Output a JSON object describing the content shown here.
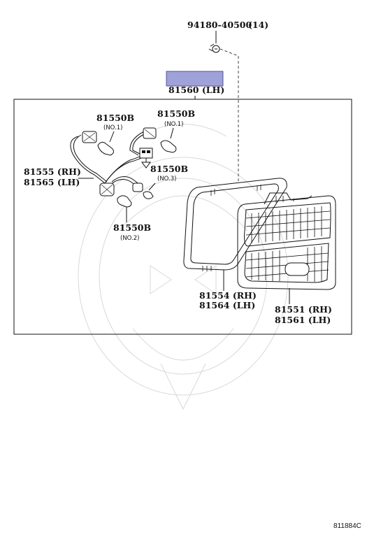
{
  "colors": {
    "highlight": "#9fa2d8",
    "highlight_border": "#3a3a8a",
    "ink": "#111111",
    "watermark": "#cfcfcf"
  },
  "icons": {
    "screw": "screw-icon",
    "bulb": "bulb-icon",
    "socket": "socket-icon"
  },
  "parts": {
    "screw": {
      "number": "94180-40500",
      "qty": "(14)"
    },
    "assembly": {
      "number": "81560 (LH)"
    },
    "bulb_no1_left": {
      "number": "81550B",
      "sub": "(NO.1)"
    },
    "bulb_no1_right": {
      "number": "81550B",
      "sub": "(NO.1)"
    },
    "bulb_no3": {
      "number": "81550B",
      "sub": "(NO.3)"
    },
    "bulb_no2": {
      "number": "81550B",
      "sub": "(NO.2)"
    },
    "socket_wire": {
      "rh": "81555 (RH)",
      "lh": "81565 (LH)"
    },
    "gasket": {
      "rh": "81554 (RH)",
      "lh": "81564 (LH)"
    },
    "lens": {
      "rh": "81551 (RH)",
      "lh": "81561 (LH)"
    }
  },
  "diagram_code": "811884C"
}
